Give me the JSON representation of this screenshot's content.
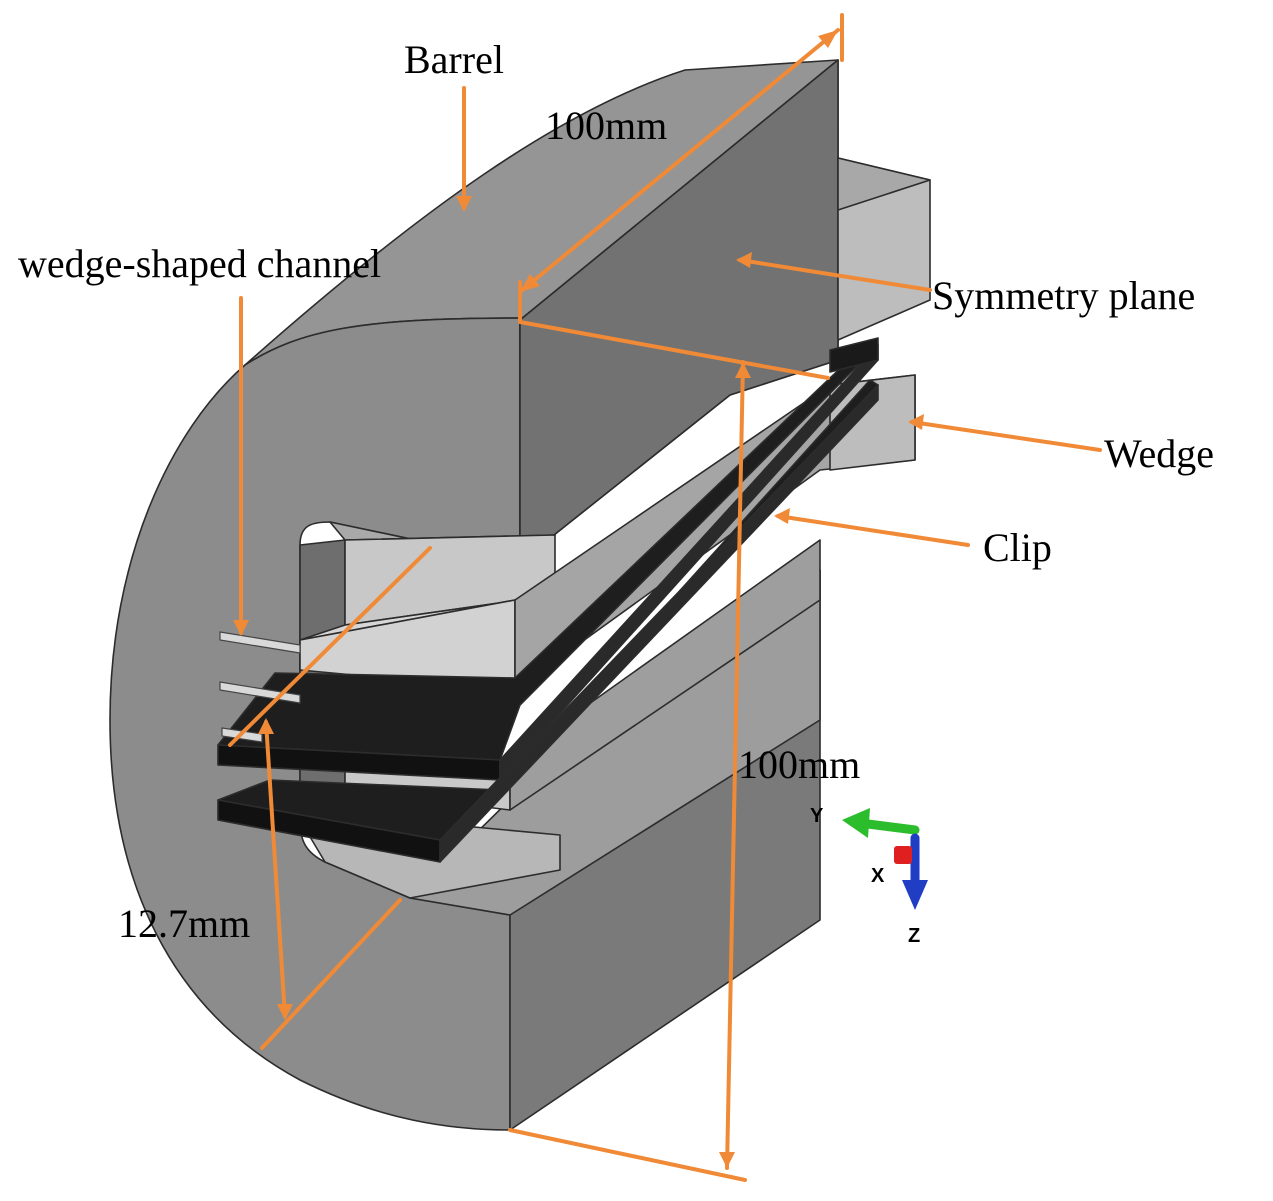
{
  "labels": {
    "barrel": "Barrel",
    "wedge_channel": "wedge-shaped channel",
    "symmetry_plane": "Symmetry plane",
    "wedge": "Wedge",
    "clip": "Clip",
    "dim_top": "100mm",
    "dim_height": "100mm",
    "dim_thickness": "12.7mm"
  },
  "axes": {
    "y": "Y",
    "x": "X",
    "z": "Z"
  },
  "colors": {
    "annotation": "#f08a36",
    "body_front": "#8e8e8e",
    "body_top": "#9a9a9a",
    "body_dark": "#6e6e6e",
    "wedge_light": "#bdbdbd",
    "clip": "#1e1e1e",
    "axis_y": "#2bbd2b",
    "axis_x": "#e02020",
    "axis_z": "#1f3ec4"
  }
}
